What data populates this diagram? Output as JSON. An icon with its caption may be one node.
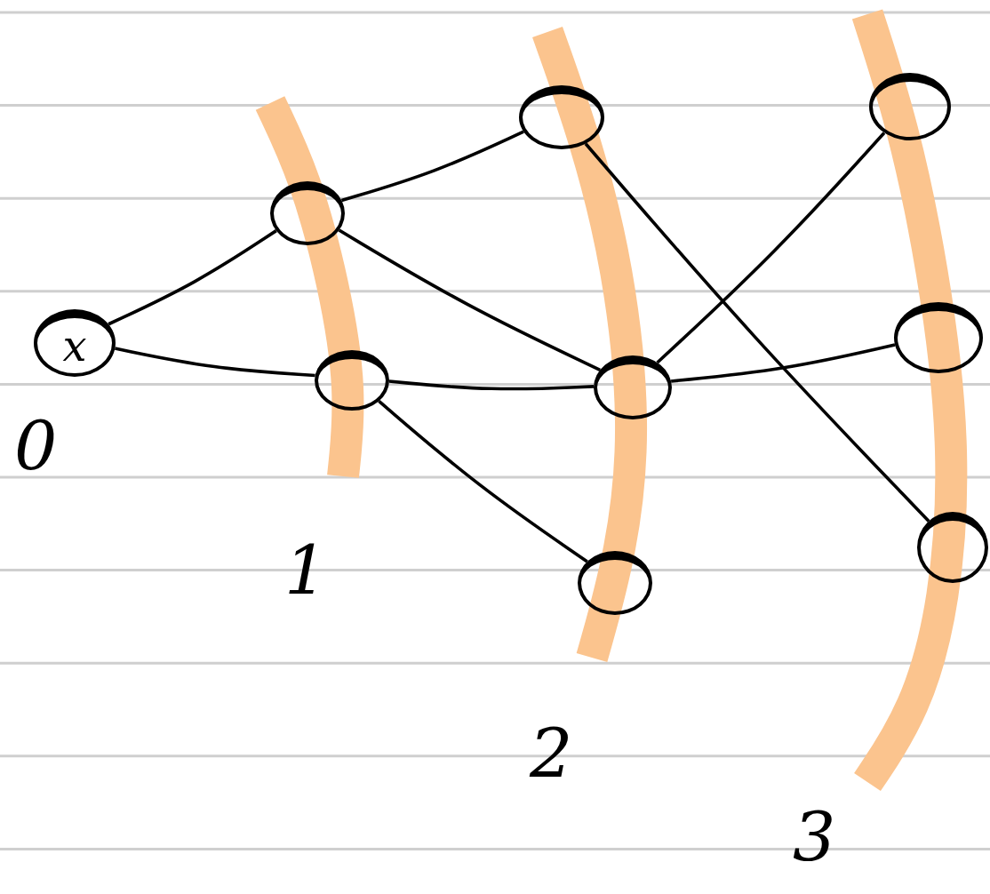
{
  "diagram": {
    "nodes": [
      {
        "text": [
          "x"
        ]
      },
      {
        "text": [],
        "shape": "circle"
      },
      {
        "text": [],
        "shape": "circle"
      },
      {
        "text": [],
        "shape": "circle"
      },
      {
        "text": [],
        "shape": "circle"
      },
      {
        "text": [],
        "shape": "circle"
      },
      {
        "text": [],
        "shape": "circle"
      },
      {
        "text": [],
        "shape": "circle"
      },
      {
        "text": [],
        "shape": "circle"
      }
    ],
    "edges": [
      {
        "from": 0,
        "to": 1,
        "arrow": "none"
      },
      {
        "from": 0,
        "to": 2,
        "arrow": "none"
      },
      {
        "from": 1,
        "to": 3,
        "arrow": "none"
      },
      {
        "from": 1,
        "to": 4,
        "arrow": "none"
      },
      {
        "from": 2,
        "to": 4,
        "arrow": "none"
      },
      {
        "from": 2,
        "to": 5,
        "arrow": "none"
      },
      {
        "from": 3,
        "to": 8,
        "arrow": "none"
      },
      {
        "from": 4,
        "to": 6,
        "arrow": "none"
      },
      {
        "from": 4,
        "to": 7,
        "arrow": "none"
      }
    ],
    "labels": [
      "0",
      "1",
      "2",
      "3"
    ]
  }
}
